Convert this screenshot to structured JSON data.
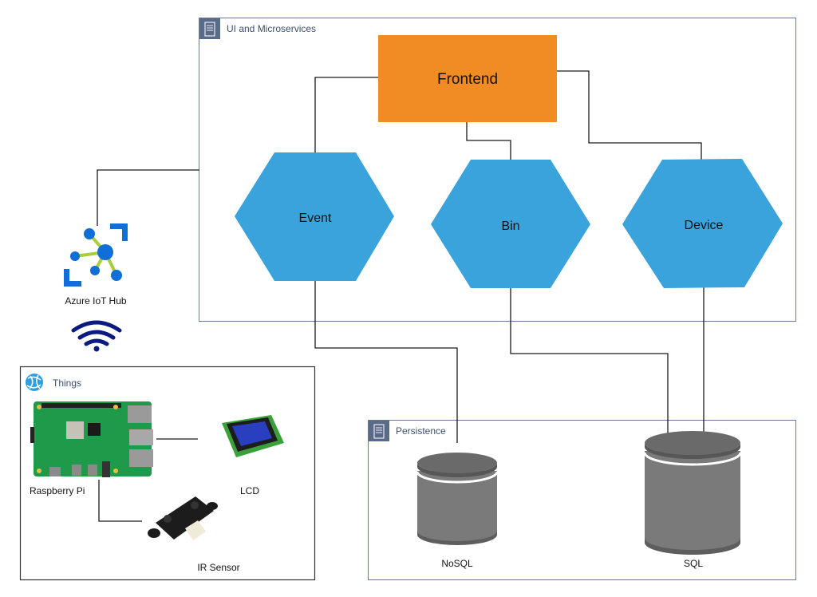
{
  "groups": {
    "microservices": {
      "title": "UI and Microservices",
      "icon": "server-rack-icon"
    },
    "persistence": {
      "title": "Persistence",
      "icon": "server-rack-icon"
    },
    "things": {
      "title": "Things",
      "icon": "iot-globe-icon"
    }
  },
  "nodes": {
    "frontend": {
      "label": "Frontend"
    },
    "event": {
      "label": "Event"
    },
    "bin": {
      "label": "Bin"
    },
    "device": {
      "label": "Device"
    },
    "iot_hub": {
      "label": "Azure IoT Hub"
    },
    "nosql": {
      "label": "NoSQL"
    },
    "sql": {
      "label": "SQL"
    },
    "raspberry_pi": {
      "label": "Raspberry Pi"
    },
    "lcd": {
      "label": "LCD"
    },
    "ir_sensor": {
      "label": "IR Sensor"
    }
  },
  "edges": [
    {
      "from": "frontend",
      "to": "event"
    },
    {
      "from": "frontend",
      "to": "bin"
    },
    {
      "from": "frontend",
      "to": "device"
    },
    {
      "from": "iot_hub",
      "to": "microservices"
    },
    {
      "from": "event",
      "to": "nosql"
    },
    {
      "from": "bin",
      "to": "sql"
    },
    {
      "from": "device",
      "to": "sql"
    },
    {
      "from": "raspberry_pi",
      "to": "lcd"
    },
    {
      "from": "raspberry_pi",
      "to": "ir_sensor"
    }
  ],
  "colors": {
    "frontend": "#f08c23",
    "service": "#3aa3dc",
    "database": "#7a7a7a",
    "group_border": "#6b7a92",
    "group_header": "#5a6b8a",
    "azure": "#0f6fd6",
    "azure_link": "#a6cf3b",
    "wifi": "#0b1a7e"
  }
}
